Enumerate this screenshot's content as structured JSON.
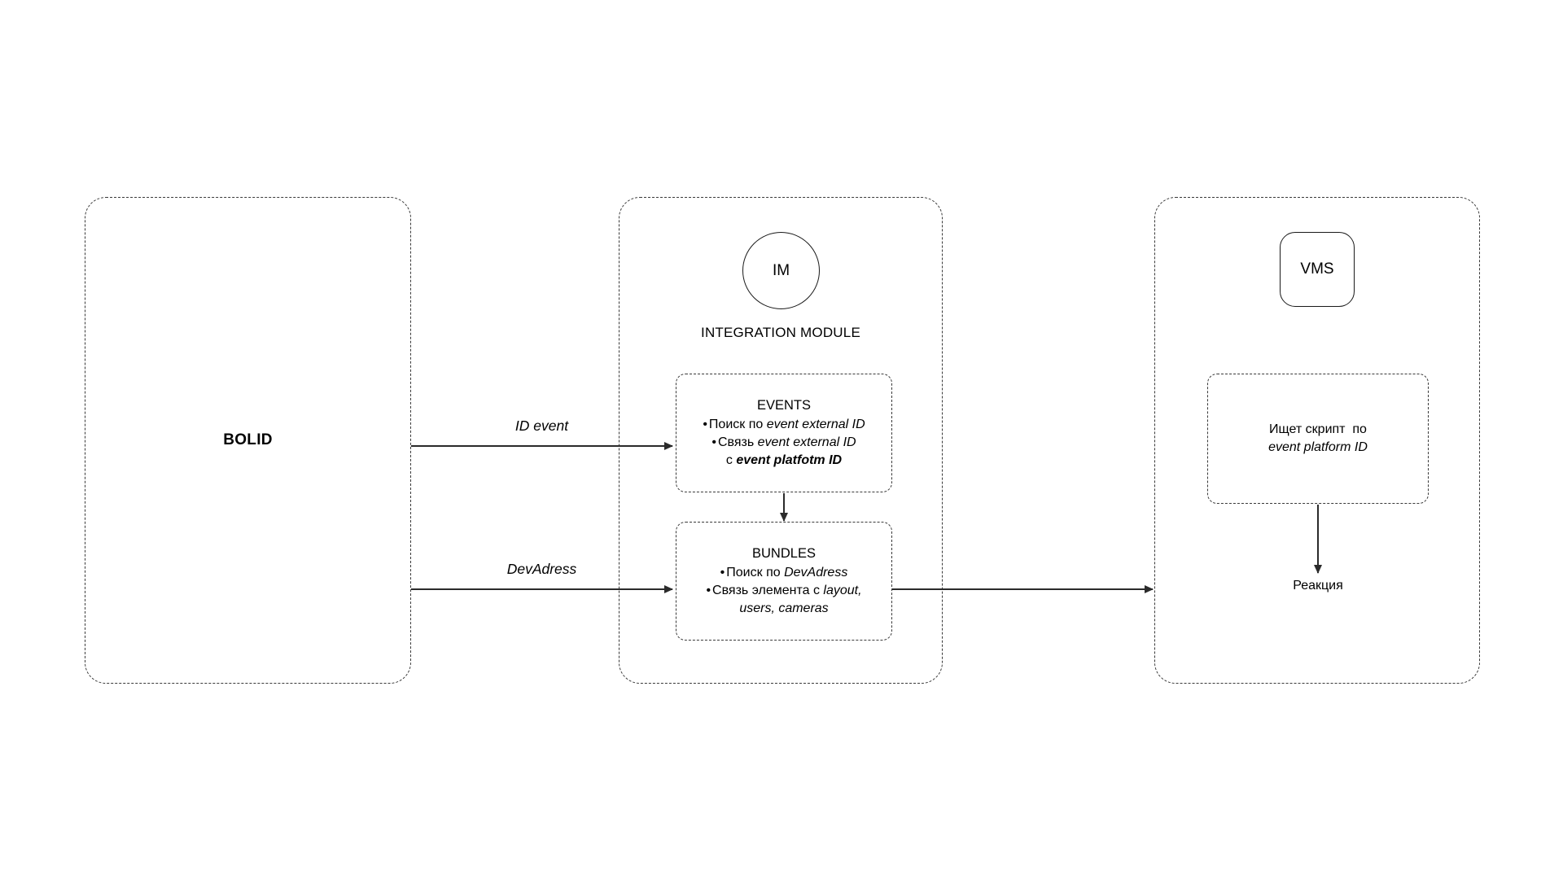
{
  "diagram": {
    "type": "integration-flow-diagram",
    "lanes": [
      {
        "id": "bolid",
        "title": "BOLID"
      },
      {
        "id": "integration-module",
        "title": ""
      },
      {
        "id": "vms",
        "title": ""
      }
    ],
    "nodes": {
      "im": {
        "label": "IM",
        "caption": "INTEGRATION MODULE",
        "shape": "circle"
      },
      "vms": {
        "label": "VMS",
        "shape": "rounded-square"
      }
    },
    "events_box": {
      "title": "EVENTS",
      "items": [
        {
          "bullet": "•",
          "prefix": "Поиск по ",
          "italic": "event external ID",
          "bold_italic": "",
          "suffix": ""
        },
        {
          "bullet": "•",
          "prefix": "Связь ",
          "italic": "event external ID",
          "bold_italic": "",
          "suffix": ""
        }
      ],
      "last_line_prefix": "с ",
      "last_line_bold_italic": "event platfotm ID"
    },
    "bundles_box": {
      "title": "BUNDLES",
      "items": [
        {
          "bullet": "•",
          "prefix": "Поиск по ",
          "italic": "DevAdress"
        },
        {
          "bullet": "•",
          "prefix": "Связь элемента с ",
          "italic": "layout,"
        }
      ],
      "wrapped_italic": "users, cameras"
    },
    "vms_box": {
      "line1": "Ищет скрипт  по",
      "line2_italic": "event platform ID"
    },
    "reaction_label": "Реакция",
    "edges": [
      {
        "id": "id-event",
        "label": "ID event",
        "from": "bolid",
        "to": "events"
      },
      {
        "id": "devadress",
        "label": "DevAdress",
        "from": "bolid",
        "to": "bundles"
      },
      {
        "id": "events-bundles",
        "label": "",
        "from": "events",
        "to": "bundles"
      },
      {
        "id": "bundles-vms",
        "label": "",
        "from": "bundles",
        "to": "vms"
      },
      {
        "id": "vms-reaction",
        "label": "",
        "from": "vms-box",
        "to": "reaction"
      }
    ],
    "colors": {
      "stroke": "#3a3a3a",
      "arrow": "#2b2b2b",
      "text": "#000000",
      "background": "#ffffff"
    }
  }
}
